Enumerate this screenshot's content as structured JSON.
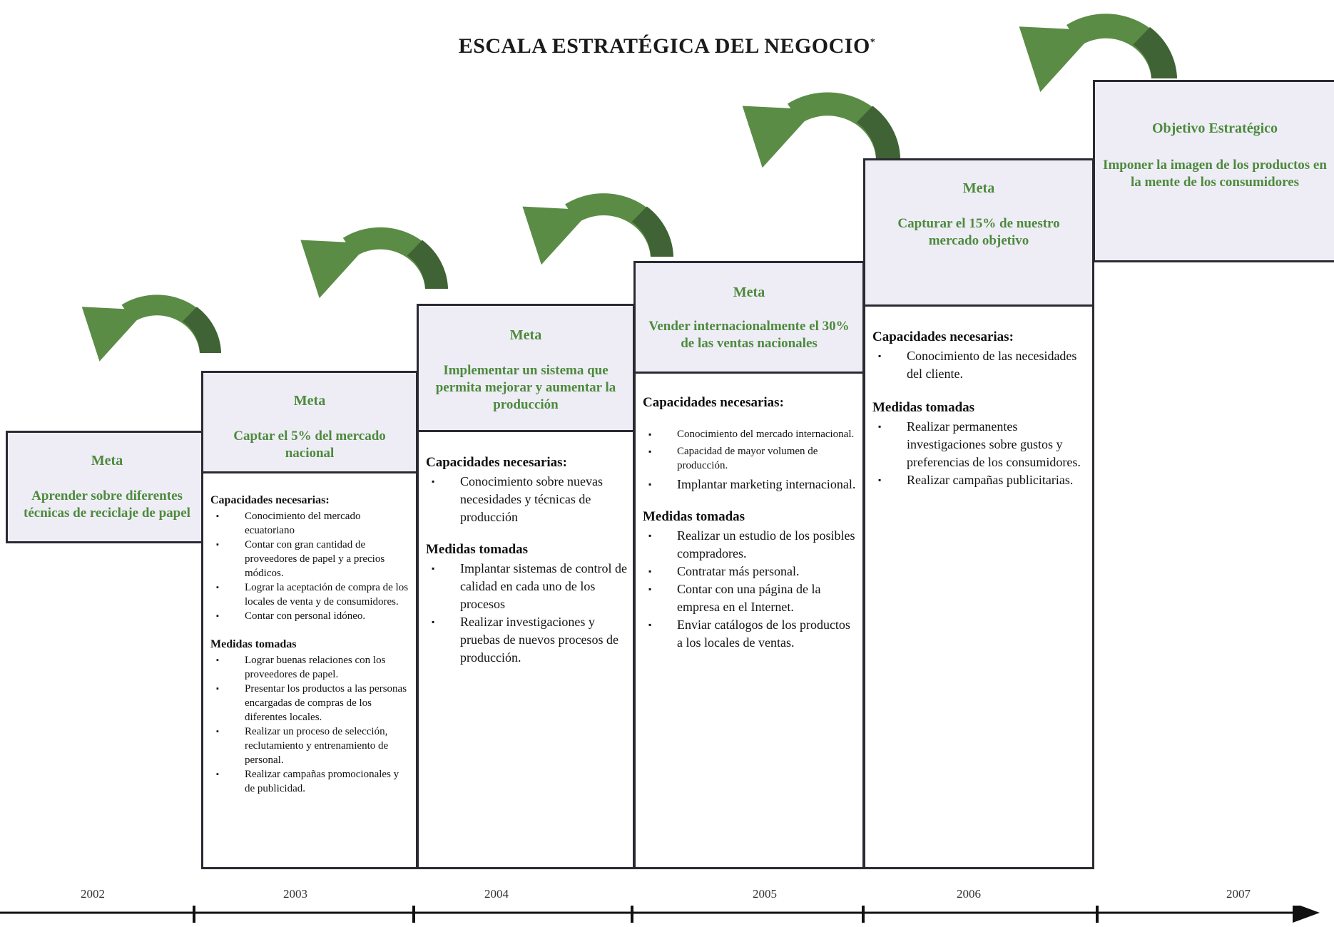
{
  "title": "ESCALA ESTRATÉGICA DEL NEGOCIO",
  "title_mark": "*",
  "colors": {
    "green_text": "#4d8a3c",
    "arrow_green": "#5b8c46",
    "arrow_dark": "#3f6334",
    "meta_bg": "#eeedf6",
    "border": "#2a2a33"
  },
  "steps": [
    {
      "meta_label": "Meta",
      "meta_text": "Aprender sobre diferentes técnicas de reciclaje de papel"
    },
    {
      "meta_label": "Meta",
      "meta_text": "Captar el 5% del mercado nacional",
      "cap_title": "Capacidades necesarias:",
      "cap_items": [
        "Conocimiento del mercado ecuatoriano",
        "Contar con gran cantidad de proveedores de  papel y a precios módicos.",
        "Lograr la aceptación de compra de los locales de venta y de consumidores.",
        "Contar con personal idóneo."
      ],
      "med_title": "Medidas tomadas",
      "med_items": [
        "Lograr  buenas relaciones con los proveedores de papel.",
        "Presentar los productos a las personas encargadas de compras de los diferentes locales.",
        "Realizar un proceso de selección, reclutamiento y entrenamiento de personal.",
        "Realizar campañas promocionales y de publicidad."
      ]
    },
    {
      "meta_label": "Meta",
      "meta_text": "Implementar un sistema que permita mejorar y aumentar la producción",
      "cap_title": "Capacidades necesarias:",
      "cap_items": [
        "Conocimiento sobre nuevas necesidades y técnicas de producción"
      ],
      "med_title": "Medidas tomadas",
      "med_items": [
        "Implantar sistemas de control de calidad en cada uno de los procesos",
        "Realizar investigaciones y pruebas  de nuevos procesos de producción."
      ]
    },
    {
      "meta_label": "Meta",
      "meta_text": "Vender internacionalmente el 30% de las ventas nacionales",
      "cap_title": "Capacidades necesarias:",
      "cap_items": [
        "Conocimiento del mercado internacional.",
        "Capacidad de mayor volumen de producción.",
        "Implantar  marketing internacional."
      ],
      "med_title": "Medidas tomadas",
      "med_items": [
        "Realizar un  estudio de los posibles compradores.",
        "Contratar  más personal.",
        "Contar con una página de la empresa  en el Internet.",
        "Enviar catálogos de los productos a los locales de ventas."
      ]
    },
    {
      "meta_label": "Meta",
      "meta_text": "Capturar el  15% de nuestro mercado objetivo",
      "cap_title": "Capacidades necesarias:",
      "cap_items": [
        "Conocimiento de las necesidades del cliente."
      ],
      "med_title": "Medidas tomadas",
      "med_items": [
        "Realizar permanentes investigaciones sobre gustos y preferencias de los consumidores.",
        "Realizar campañas publicitarias."
      ]
    },
    {
      "meta_label": "Objetivo Estratégico",
      "meta_text": "Imponer la imagen de los productos en la mente de los consumidores"
    }
  ],
  "bullet_char": "▪",
  "years": [
    "2002",
    "2003",
    "2004",
    "2005",
    "2006",
    "2007"
  ]
}
